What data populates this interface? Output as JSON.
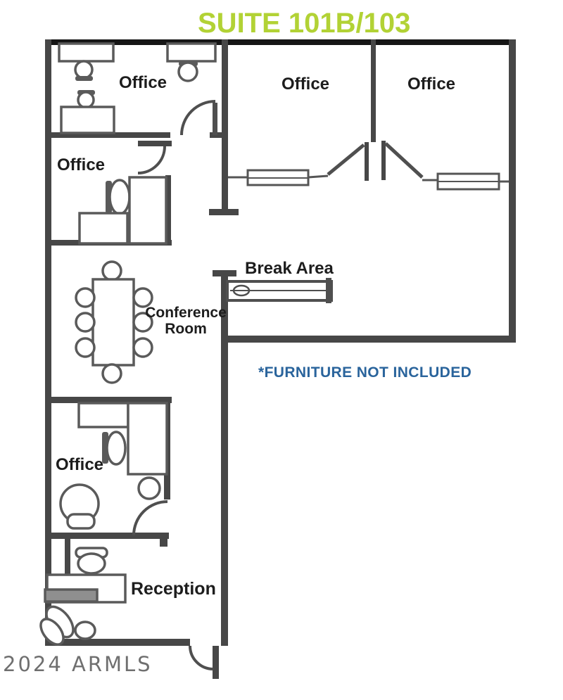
{
  "title": {
    "text": "SUITE 101B/103"
  },
  "rooms": {
    "office_top_left": "Office",
    "office_mid_top": "Office",
    "office_right_top": "Office",
    "office_left_upper": "Office",
    "office_left_lower": "Office",
    "conference_line1": "Conference",
    "conference_line2": "Room",
    "break_area": "Break Area",
    "reception": "Reception"
  },
  "notes": {
    "furniture_disclaimer": "*FURNITURE NOT INCLUDED"
  },
  "watermark": {
    "text": "2024 ARMLS"
  },
  "colors": {
    "title_green": "#b2d235",
    "note_blue": "#2a649c",
    "wall_gray": "#474747",
    "outer_top_wall_black": "#161616",
    "furniture_stroke_gray": "#5a5a5a",
    "watermark_gray": "#6f6f6f"
  }
}
